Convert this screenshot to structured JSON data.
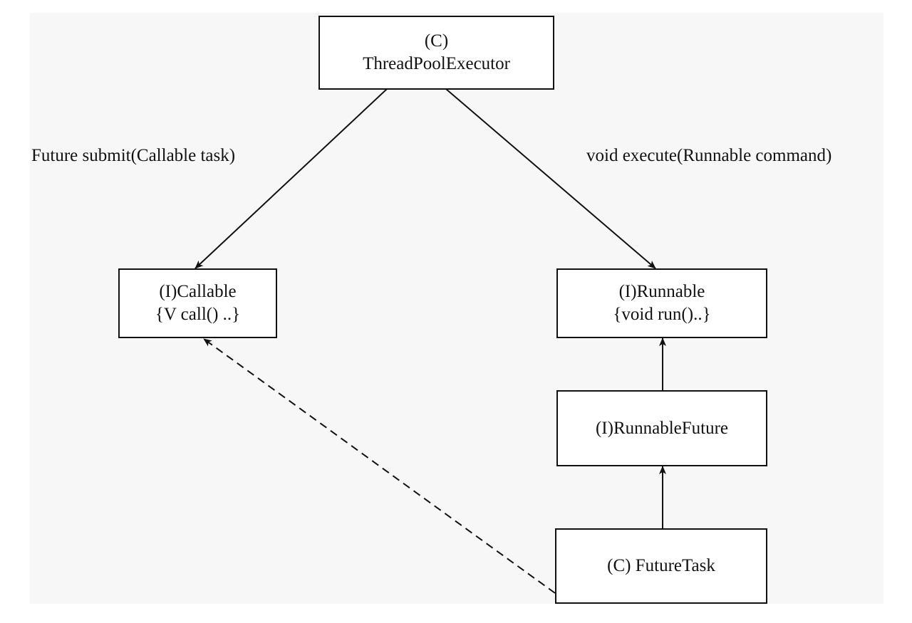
{
  "nodes": {
    "thread_pool_executor": {
      "line1": "(C)",
      "line2": "ThreadPoolExecutor"
    },
    "callable": {
      "line1": "(I)Callable",
      "line2": "{V call() ..}"
    },
    "runnable": {
      "line1": "(I)Runnable",
      "line2": "{void run()..}"
    },
    "runnable_future": {
      "line1": "(I)RunnableFuture"
    },
    "future_task": {
      "line1": "(C) FutureTask"
    }
  },
  "edges": {
    "submit_label": "Future submit(Callable task)",
    "execute_label": "void execute(Runnable command)"
  }
}
